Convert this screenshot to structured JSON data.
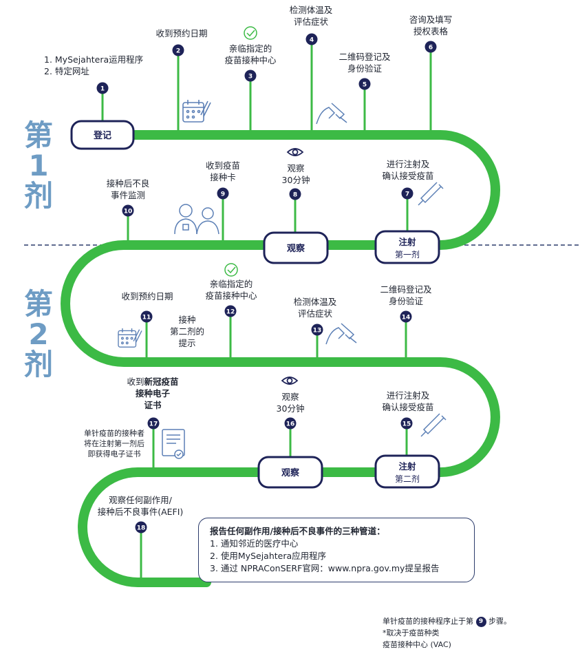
{
  "dose1_label": [
    "第",
    "1",
    "剂"
  ],
  "dose2_label": [
    "第",
    "2",
    "剂"
  ],
  "stations": {
    "register": "登记",
    "observe1": "观察",
    "inject1": [
      "注射",
      "第一剂"
    ],
    "observe2": "观察",
    "inject2": [
      "注射",
      "第二剂"
    ]
  },
  "steps": {
    "s1": [
      "1. MySejahtera运用程序",
      "2. 特定网址"
    ],
    "s2": [
      "收到预约日期"
    ],
    "s3": [
      "亲临指定的",
      "疫苗接种中心"
    ],
    "s4": [
      "检测体温及",
      "评估症状"
    ],
    "s5": [
      "二维码登记及",
      "身份验证"
    ],
    "s6": [
      "咨询及填写",
      "授权表格"
    ],
    "s7": [
      "进行注射及",
      "确认接受疫苗"
    ],
    "s8": [
      "观察",
      "30分钟"
    ],
    "s9": [
      "收到疫苗",
      "接种卡"
    ],
    "s10": [
      "接种后不良",
      "事件监测"
    ],
    "s11": [
      "收到预约日期"
    ],
    "s11b": [
      "接种",
      "第二剂的",
      "提示"
    ],
    "s12": [
      "亲临指定的",
      "疫苗接种中心"
    ],
    "s13": [
      "检测体温及",
      "评估症状"
    ],
    "s14": [
      "二维码登记及",
      "身份验证"
    ],
    "s15": [
      "进行注射及",
      "确认接受疫苗"
    ],
    "s16": [
      "观察",
      "30分钟"
    ],
    "s17_pre": "收到",
    "s17_bold": [
      "新冠疫苗",
      "接种电子",
      "证书"
    ],
    "s17_note": [
      "单针疫苗的接种者",
      "将在注射第一剂后",
      "即获得电子证书"
    ],
    "s18": [
      "观察任何副作用/",
      "接种后不良事件(AEFI)"
    ]
  },
  "numbers": [
    "1",
    "2",
    "3",
    "4",
    "5",
    "6",
    "7",
    "8",
    "9",
    "10",
    "11",
    "12",
    "13",
    "14",
    "15",
    "16",
    "17",
    "18"
  ],
  "report_box": {
    "title": "报告任何副作用/接种后不良事件的三种管道：",
    "items": [
      "1. 通知邻近的医疗中心",
      "2. 使用MySejahtera应用程序",
      "3. 通过 NPRAConSERF官网：www.npra.gov.my提呈报告"
    ]
  },
  "footnotes": {
    "line1_pre": "单针疫苗的接种程序止于第",
    "line1_num": "9",
    "line1_post": "步骤。",
    "line2": "*取决于疫苗种类",
    "line3": "疫苗接种中心 (VAC)"
  },
  "colors": {
    "path_green": "#3cba45",
    "navy": "#1e2358",
    "dose_blue": "#6e9cc4",
    "icon_blue": "#5b7fb5"
  },
  "icons": [
    "calendar-icon",
    "check-circle-icon",
    "temperature-check-icon",
    "eye-icon",
    "syringe-icon",
    "doctor-patient-icon",
    "certificate-icon"
  ]
}
